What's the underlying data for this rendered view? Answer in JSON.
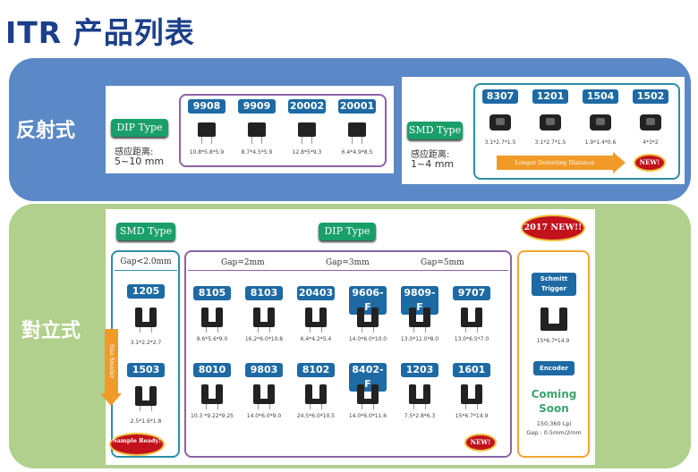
{
  "title": "ITR 产品列表",
  "reflective": {
    "label": "反射式",
    "dip": {
      "type": "DIP Type",
      "range_label": "感应距离:",
      "range": "5~10 mm",
      "items": [
        {
          "name": "9908",
          "dim": "10.8*5.8*5.9"
        },
        {
          "name": "9909",
          "dim": "8.7*4.5*5.9"
        },
        {
          "name": "20002",
          "dim": "12.8*5*9.3"
        },
        {
          "name": "20001",
          "dim": "6.4*4.9*8.5"
        }
      ]
    },
    "smd": {
      "type": "SMD Type",
      "range_label": "感应距离:",
      "range": "1~4 mm",
      "items": [
        {
          "name": "8307",
          "dim": "3.1*2.7*1.5"
        },
        {
          "name": "1201",
          "dim": "3.1*2.7*1.5"
        },
        {
          "name": "1504",
          "dim": "1.9*1.4*0.6"
        },
        {
          "name": "1502",
          "dim": "4*3*2"
        }
      ],
      "arrow_text": "Longer Detecting Distance",
      "new_badge": "NEW!"
    }
  },
  "transmissive": {
    "label": "對立式",
    "smd_type": "SMD Type",
    "dip_type": "DIP Type",
    "new_2017": "2017 NEW!!",
    "smd_gap": "Gap<2.0mm",
    "smd_items": [
      {
        "name": "1205",
        "dim": "3.1*2.2*2.7"
      },
      {
        "name": "1503",
        "dim": "2.5*1.6*1.8"
      }
    ],
    "arrow_text": "Size Smaller",
    "sample_badge": "Sample Ready!",
    "gaps": [
      "Gap=2mm",
      "Gap=3mm",
      "Gap=5mm"
    ],
    "dip_row1": [
      {
        "name": "8105",
        "dim": "9.6*5.6*9.0"
      },
      {
        "name": "8103",
        "dim": "16.2*6.0*10.8"
      },
      {
        "name": "20403",
        "dim": "6.4*4.2*5.4"
      },
      {
        "name": "9606-F",
        "dim": "14.0*6.0*10.0"
      },
      {
        "name": "9809-F",
        "dim": "13.0*11.0*8.0"
      },
      {
        "name": "9707",
        "dim": "13.0*6.5*7.0"
      }
    ],
    "dip_row2": [
      {
        "name": "8010",
        "dim": "10.3 *9.22*9.25"
      },
      {
        "name": "9803",
        "dim": "14.0*6.0*9.0"
      },
      {
        "name": "8102",
        "dim": "24.5*6.0*10.5"
      },
      {
        "name": "8402-F",
        "dim": "14.0*6.0*11.6"
      },
      {
        "name": "1203",
        "dim": "7.5*2.8*6.3"
      },
      {
        "name": "1601",
        "dim": "15*6.7*14.9"
      }
    ],
    "new_badge": "NEW!",
    "schmitt": "Schmitt Trigger",
    "schmitt_dim": "15*6.7*14.9",
    "encoder": "Encoder",
    "coming": "Coming",
    "soon": "Soon",
    "lpi": "150,360 Lpi",
    "gap_note": "Gap : 0.5mm/2mm"
  },
  "colors": {
    "blue_band": "#5b88c6",
    "green_band": "#b1cf8d",
    "title": "#1b3f8a"
  }
}
